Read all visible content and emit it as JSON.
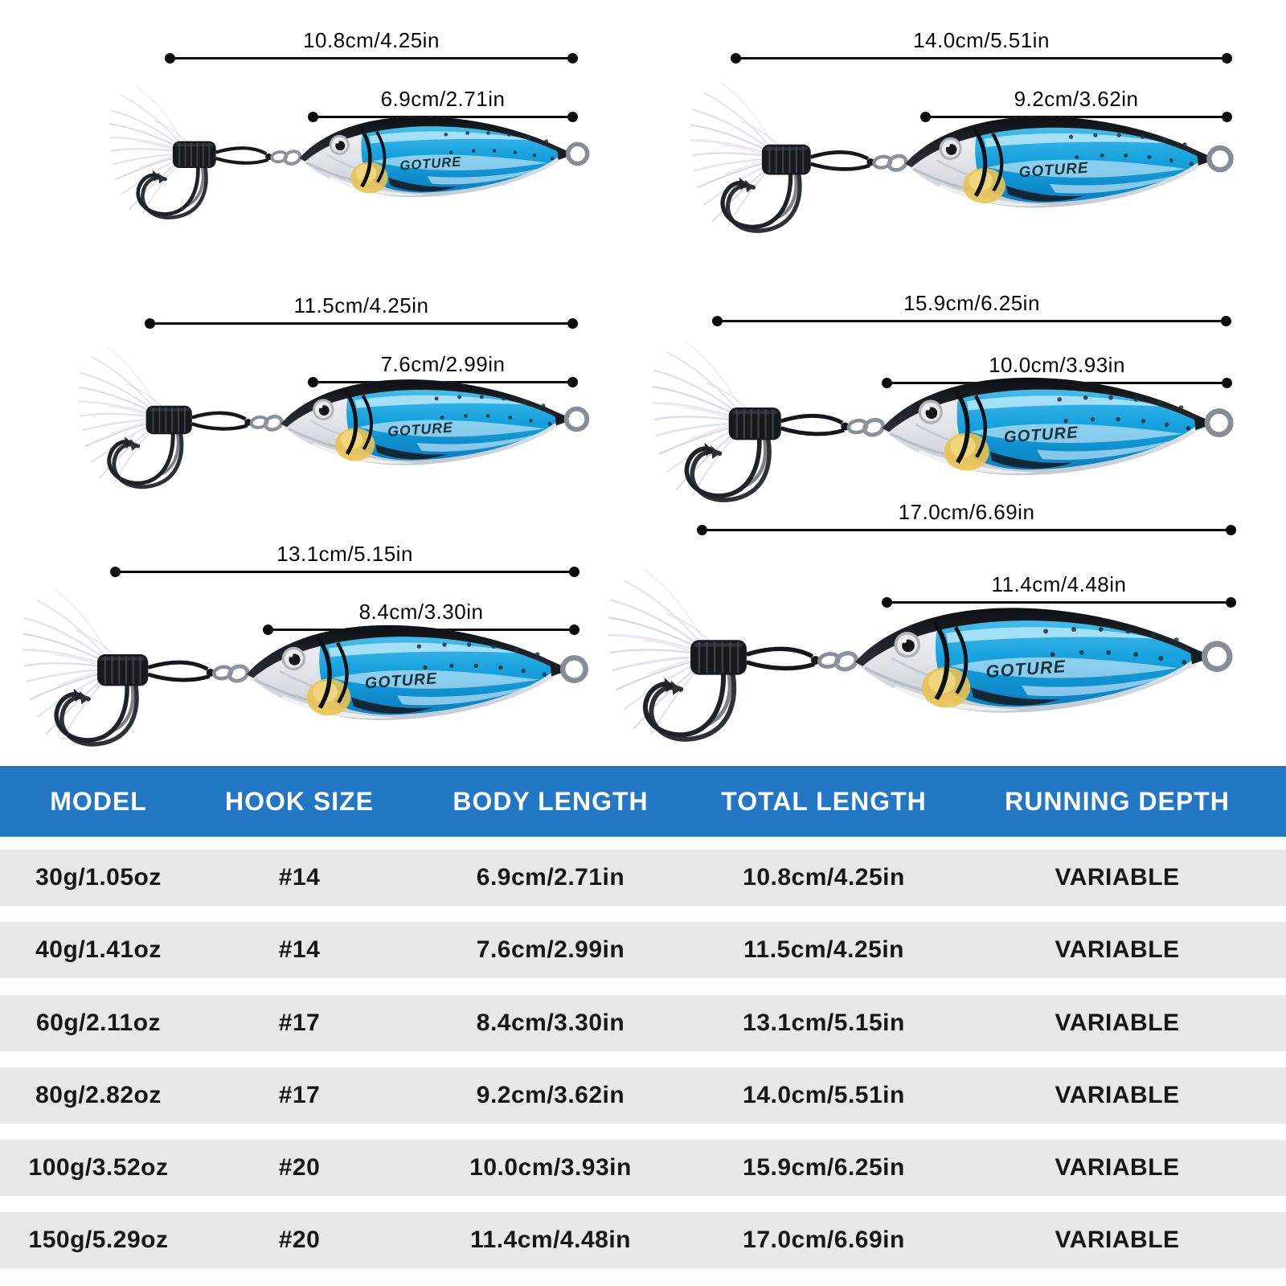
{
  "brand": "GOTURE",
  "colors": {
    "header_blue": "#2277c4",
    "row_gray": "#e8e8e8",
    "annotation_black": "#0a0a0a",
    "lure_blue": "#17a2de"
  },
  "diagram": {
    "items": [
      {
        "total": "10.8cm/4.25in",
        "body": "6.9cm/2.71in"
      },
      {
        "total": "14.0cm/5.51in",
        "body": "9.2cm/3.62in"
      },
      {
        "total": "11.5cm/4.25in",
        "body": "7.6cm/2.99in"
      },
      {
        "total": "15.9cm/6.25in",
        "body": "10.0cm/3.93in"
      },
      {
        "total": "13.1cm/5.15in",
        "body": "8.4cm/3.30in"
      },
      {
        "total": "17.0cm/6.69in",
        "body": "11.4cm/4.48in"
      }
    ]
  },
  "table": {
    "headers": [
      "MODEL",
      "HOOK SIZE",
      "BODY LENGTH",
      "TOTAL LENGTH",
      "RUNNING DEPTH"
    ],
    "rows": [
      [
        "30g/1.05oz",
        "#14",
        "6.9cm/2.71in",
        "10.8cm/4.25in",
        "VARIABLE"
      ],
      [
        "40g/1.41oz",
        "#14",
        "7.6cm/2.99in",
        "11.5cm/4.25in",
        "VARIABLE"
      ],
      [
        "60g/2.11oz",
        "#17",
        "8.4cm/3.30in",
        "13.1cm/5.15in",
        "VARIABLE"
      ],
      [
        "80g/2.82oz",
        "#17",
        "9.2cm/3.62in",
        "14.0cm/5.51in",
        "VARIABLE"
      ],
      [
        "100g/3.52oz",
        "#20",
        "10.0cm/3.93in",
        "15.9cm/6.25in",
        "VARIABLE"
      ],
      [
        "150g/5.29oz",
        "#20",
        "11.4cm/4.48in",
        "17.0cm/6.69in",
        "VARIABLE"
      ]
    ]
  }
}
